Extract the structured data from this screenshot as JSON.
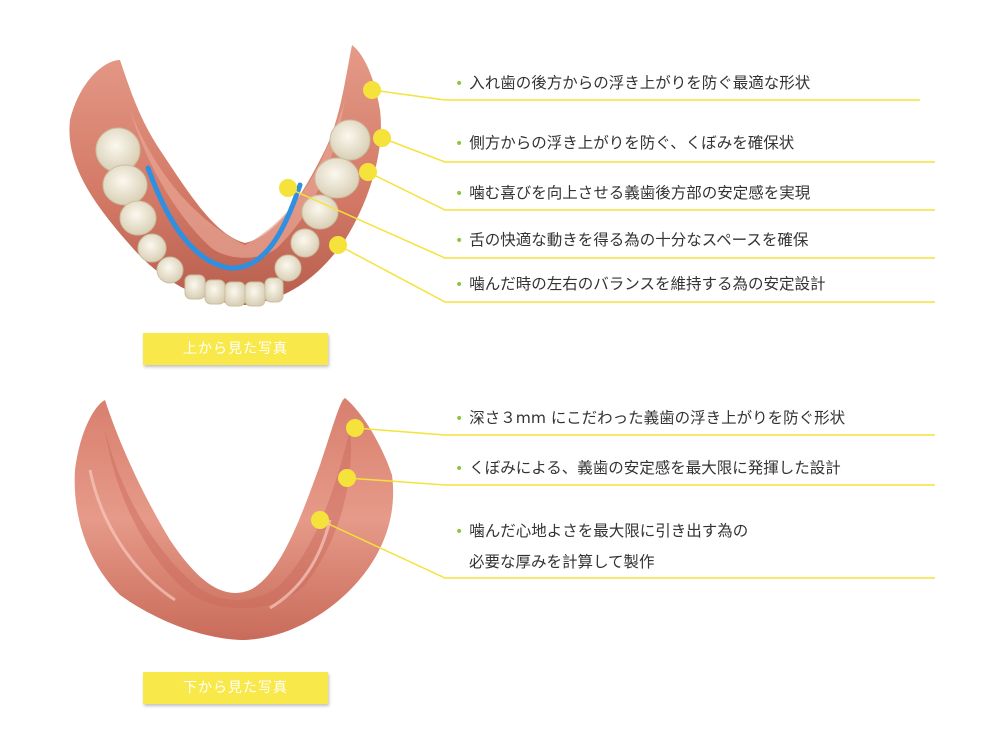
{
  "colors": {
    "accent_yellow": "#f5e23a",
    "label_box": "#f9e84a",
    "gum_pink": "#d9826f",
    "tooth": "#efe9d6",
    "blue_line": "#2f8fe0",
    "bullet": "#8cc63f"
  },
  "top": {
    "label": "上から見た写真",
    "notes": [
      "入れ歯の後方からの浮き上がりを防ぐ最適な形状",
      "側方からの浮き上がりを防ぐ、くぼみを確保状",
      "噛む喜びを向上させる義歯後方部の安定感を実現",
      "舌の快適な動きを得る為の十分なスペースを確保",
      "噛んだ時の左右のバランスを維持する為の安定設計"
    ]
  },
  "bottom": {
    "label": "下から見た写真",
    "notes": [
      "深さ３mm にこだわった義歯の浮き上がりを防ぐ形状",
      "くぼみによる、義歯の安定感を最大限に発揮した設計"
    ],
    "note3_line1": "噛んだ心地よさを最大限に引き出す為の",
    "note3_line2": "必要な厚みを計算して製作"
  }
}
